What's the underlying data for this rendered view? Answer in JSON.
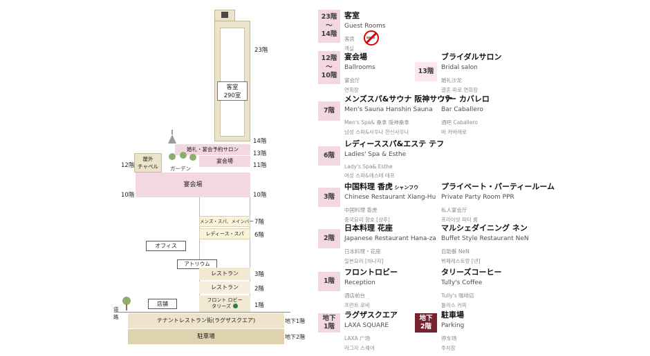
{
  "building": {
    "guest_room": [
      "客室",
      "290室"
    ],
    "boxes": {
      "salon": "婚礼・宴会予約サロン",
      "outdoor_chapel": [
        "屋外",
        "チャペル"
      ],
      "garden": "ガーデン",
      "banquet_small": "宴会場",
      "banquet_large": "宴会場",
      "mens_spa": "メンズ・スパ、メインバー",
      "ladies_spa": "レディース・スパ",
      "office": "オフィス",
      "atrium": "アトリウム",
      "restaurant_3f": "レストラン",
      "restaurant_2f": "レストラン",
      "front_lobby": [
        "フロント ロビー",
        "タリーズ"
      ],
      "shop": "店舗",
      "road": "道路",
      "tenant_b1": "テナントレストラン街(ラグザスクエア)",
      "parking_b2": "駐車場"
    },
    "floor_labels": {
      "f23": "23階",
      "f14": "14階",
      "f13": "13階",
      "f12": "12階",
      "f11": "11階",
      "f10l": "10階",
      "f10r": "10階",
      "f7": "7階",
      "f6": "6階",
      "f3": "3階",
      "f2": "2階",
      "f1": "1階",
      "b1": "地下1階",
      "b2": "地下2階"
    }
  },
  "directory": {
    "entries": [
      {
        "id": "guest-rooms",
        "badge": {
          "lines": [
            "23階",
            "〜",
            "14階"
          ],
          "variant": "pink"
        },
        "title": "客室",
        "en": "Guest Rooms",
        "zh": "客房",
        "ko": "객실",
        "icon": "no-smoking"
      },
      {
        "id": "ballrooms",
        "badge": {
          "lines": [
            "12階",
            "〜",
            "10階"
          ],
          "variant": "pink"
        },
        "title": "宴会場",
        "en": "Ballrooms",
        "zh": "宴会厅",
        "ko": "연회장"
      },
      {
        "id": "bridal-salon",
        "badge": {
          "lines": [
            "13階"
          ],
          "variant": "light"
        },
        "title": "ブライダルサロン",
        "en": "Bridal salon",
        "zh": "婚礼沙龙",
        "ko": "결혼 피로 연회장"
      },
      {
        "id": "mens-sauna",
        "badge": {
          "lines": [
            "7階"
          ],
          "variant": "pink"
        },
        "title": "メンズスパ&サウナ 阪神サウナ",
        "en": "Men's Sauna Hanshin Sauna",
        "zh": "Men's Spa& 桑拿 阪神桑拿",
        "ko": "남성 스파&사우나 한신사우나"
      },
      {
        "id": "bar-caballero",
        "title": "バー カバレロ",
        "en": "Bar Caballero",
        "zh": "酒吧 Caballero",
        "ko": "바 카바레로"
      },
      {
        "id": "ladies-spa",
        "badge": {
          "lines": [
            "6階"
          ],
          "variant": "pink"
        },
        "title": "レディーススパ&エステ テフ",
        "en": "Ladies' Spa & Esthe",
        "zh": "Lady's Spa& Esthe",
        "ko": "여성 스파&에스테 테프"
      },
      {
        "id": "chinese-restaurant",
        "badge": {
          "lines": [
            "3階"
          ],
          "variant": "pink"
        },
        "title": "中国料理 香虎",
        "title_small": "シャンフウ",
        "en": "Chinese Restaurant Xiang-Hu",
        "zh": "中国料理 香虎",
        "ko": "중국요리 향호 [샹후]"
      },
      {
        "id": "private-party-room",
        "title": "プライベート・パーティールーム",
        "en": "Private Party Room PPR",
        "zh": "私人宴会厅",
        "ko": "프라이빗 파티 룸"
      },
      {
        "id": "japanese-restaurant",
        "badge": {
          "lines": [
            "2階"
          ],
          "variant": "pink"
        },
        "title": "日本料理 花座",
        "en": "Japanese Restaurant Hana-za",
        "zh": "日本料理・花座",
        "ko": "일본요리 [하나자]"
      },
      {
        "id": "buffet-nen",
        "title": "マルシェダイニング ネン",
        "en": "Buffet Style Restaurant NeN",
        "zh": "自助餐 NeN",
        "ko": "뷔페레스토랑 [넨]"
      },
      {
        "id": "front-lobby",
        "badge": {
          "lines": [
            "1階"
          ],
          "variant": "pink"
        },
        "title": "フロントロビー",
        "en": "Reception",
        "zh": "酒店前台",
        "ko": "프런트 로비"
      },
      {
        "id": "tullys-coffee",
        "title": "タリーズコーヒー",
        "en": "Tully's Coffee",
        "zh": "Tully's 咖啡店",
        "ko": "틀리스 커피"
      },
      {
        "id": "laxa-square",
        "badge": {
          "lines": [
            "地下",
            "1階"
          ],
          "variant": "pink"
        },
        "title": "ラグザスクエア",
        "en": "LAXA SQUARE",
        "zh": "LAXA 广场",
        "ko": "라그자 스퀘어"
      },
      {
        "id": "parking",
        "badge": {
          "lines": [
            "地下",
            "2階"
          ],
          "variant": "dark"
        },
        "title": "駐車場",
        "en": "Parking",
        "zh": "停车场",
        "ko": "주차장"
      }
    ]
  },
  "colors": {
    "badge_pink": "#f4d8e1",
    "badge_light": "#fae8ee",
    "badge_dark": "#76222f",
    "banquet_pink": "#f3d7e1",
    "tower_beige": "#ece3cb",
    "spa_cream": "#f8f3da",
    "floor_tan": "#f2e9d3",
    "basement_tan": "#dfd2ae",
    "no_smoking_red": "#dd0000",
    "tullys_green": "#2e7d46"
  }
}
